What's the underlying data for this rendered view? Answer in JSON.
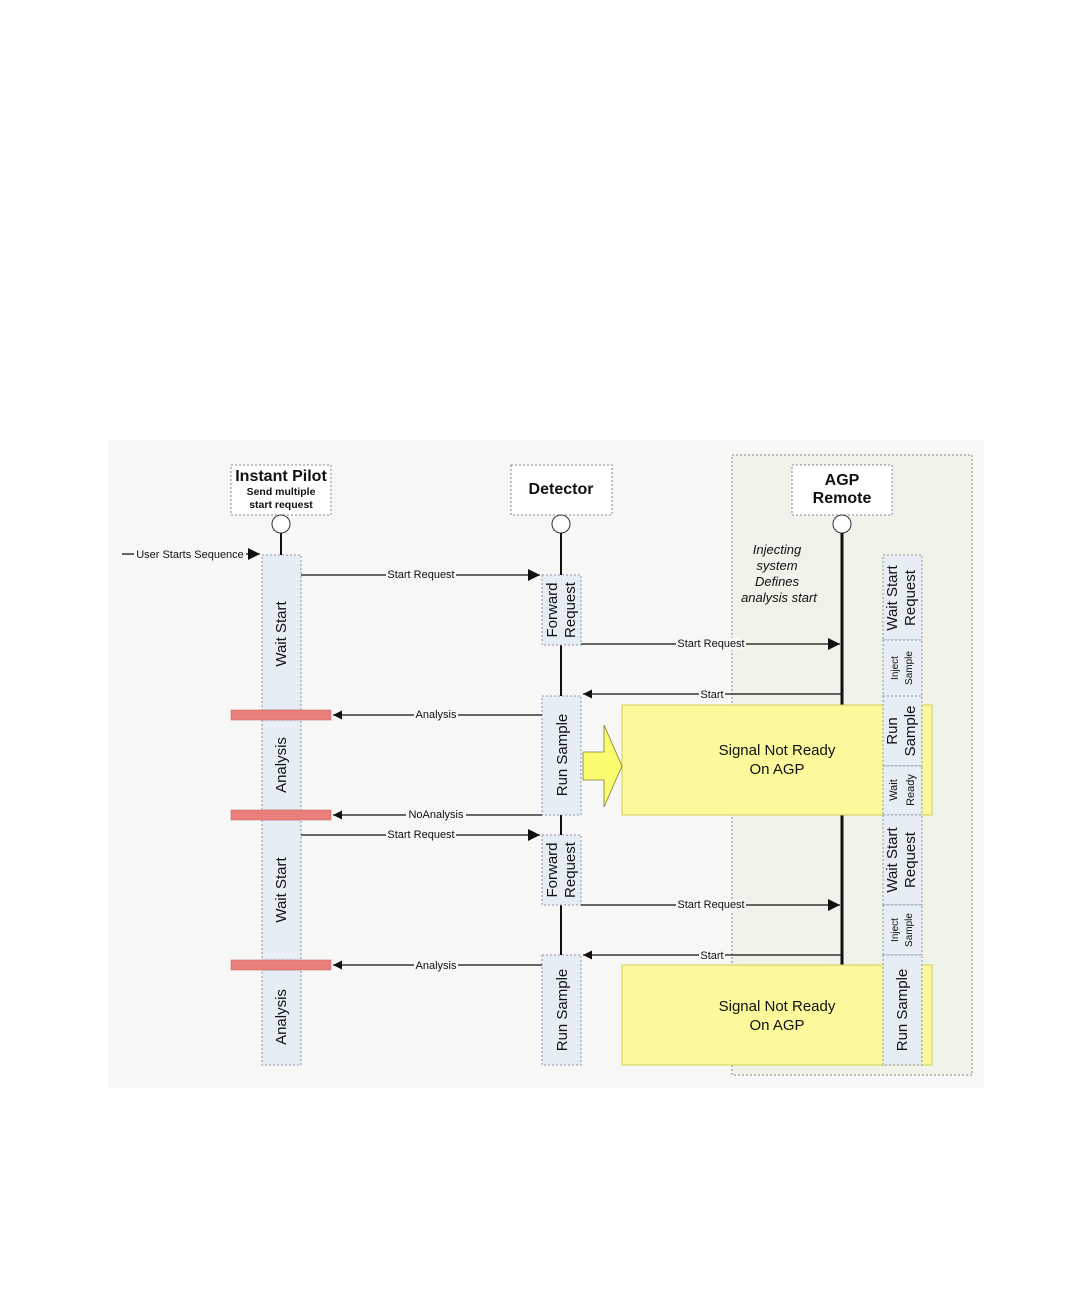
{
  "colors": {
    "background_panel": "#f7f8f6",
    "agp_panel": "#eff3e9",
    "state_box": "#e7edf5",
    "state_border": "#8d97a6",
    "not_ready": "#fbf99c",
    "not_ready_border": "#d2cf55",
    "red_bar": "#ea7e7b",
    "arrow_block": "#fbfb70",
    "lifeline": "#111111"
  },
  "lanes": {
    "instant_pilot": {
      "title": "Instant Pilot",
      "subtitle_line1": "Send multiple",
      "subtitle_line2": "start request"
    },
    "detector": {
      "title": "Detector"
    },
    "agp": {
      "title_line1": "AGP",
      "title_line2": "Remote"
    }
  },
  "note": {
    "line1": "Injecting",
    "line2": "system",
    "line3": "Defines",
    "line4": "analysis start"
  },
  "messages": {
    "user_starts": "User Starts Sequence",
    "start_request": "Start Request",
    "start": "Start",
    "analysis": "Analysis",
    "no_analysis": "NoAnalysis"
  },
  "states": {
    "wait_start": "Wait Start",
    "analysis": "Analysis",
    "forward": "Forward",
    "request": "Request",
    "run_sample": "Run Sample",
    "run": "Run",
    "sample": "Sample",
    "inject": "Inject",
    "wait": "Wait",
    "ready": "Ready"
  },
  "signal": {
    "line1": "Signal Not Ready",
    "line2": "On AGP"
  }
}
